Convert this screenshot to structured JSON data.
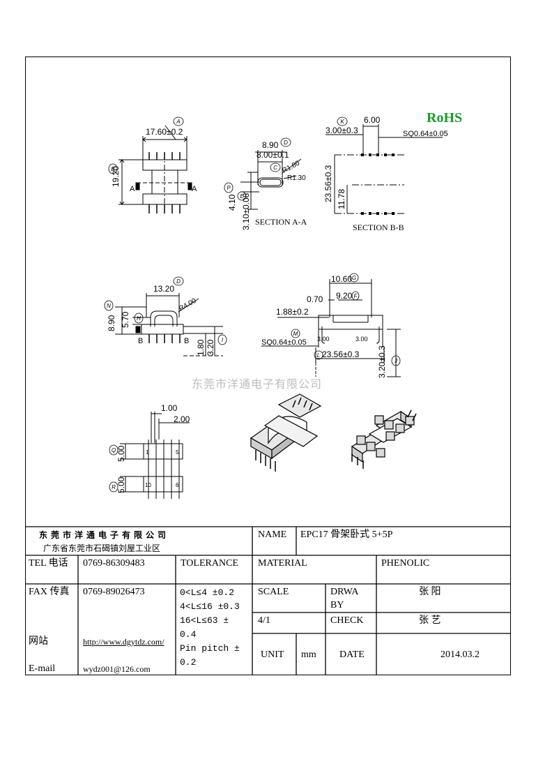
{
  "drawing": {
    "rohs": "RoHS",
    "watermark": "东莞市洋通电子有限公司",
    "dims": {
      "d1760": "17.60±0.2",
      "d1920": "19.20",
      "dA": "A",
      "d890": "8.90",
      "d800": "8.00±0.1",
      "dR180": "R1.80",
      "dR130": "R1.30",
      "d410": "4.10",
      "d310": "3.10±0.08",
      "secAA": "SECTION A-A",
      "d300": "3.00±0.3",
      "d600": "6.00",
      "dsq1": "SQ0.64±0.05",
      "d2356a": "23.56±0.3",
      "d1178": "11.78",
      "secBB": "SECTION B-B",
      "d1320": "13.20",
      "dR400": "R4.00",
      "d890b": "8.90",
      "d570": "5.70",
      "dB": "B",
      "d180": "1.80",
      "d320": "3.20",
      "d1060": "10.60",
      "d070": "0.70",
      "d920": "9.20",
      "d188": "1.88±0.2",
      "d300b": "3.00",
      "d300c": "3.00",
      "dsq2": "SQ0.64±0.05",
      "d2356b": "23.56±0.3",
      "d3200": "3.20±0.3",
      "d100": "1.00",
      "d200": "2.00",
      "d500a": "5.00",
      "d500b": "5.00",
      "p1": "1",
      "p5": "5",
      "p10": "10",
      "p6": "6"
    },
    "balloons": {
      "A": "A",
      "B": "B",
      "D": "D",
      "C": "C",
      "P": "P",
      "E": "E",
      "K": "K",
      "D2": "D",
      "N": "N",
      "H": "H",
      "I": "I",
      "G": "G",
      "F": "F",
      "M": "M",
      "L": "L",
      "J": "J",
      "Q": "Q",
      "R": "R"
    }
  },
  "titleblock": {
    "company": "东 莞 市 洋 通 电 子 有 限 公 司",
    "address": "广东省东莞市石碣镇刘屋工业区",
    "name_label": "NAME",
    "name_value": "EPC17 骨架卧式 5+5P",
    "tel_label": "TEL 电话",
    "tel_value": "0769-86309483",
    "tolerance_label": "TOLERANCE",
    "material_label": "MATERIAL",
    "material_value": "PHENOLIC",
    "fax_label": "FAX 传真",
    "fax_value": "0769-89026473",
    "tol_lines": [
      "0<L≤4  ±0.2",
      "4<L≤16 ±0.3",
      "16<L≤63 ±",
      "0.4",
      "Pin pitch ±",
      "0.2"
    ],
    "scale_label": "SCALE",
    "scale_value": "4/1",
    "drwa_label": "DRWA",
    "by_label": "BY",
    "drawn_by": "张  阳",
    "check_label": "CHECK",
    "checked_by": "张  艺",
    "web_label": "网站",
    "web_value": "http://www.dgytdz.com/",
    "email_label": "E-mail",
    "email_value": "wydz001@126.com",
    "unit_label": "UNIT",
    "unit_value": "mm",
    "date_label": "DATE",
    "date_value": "2014.03.2"
  }
}
